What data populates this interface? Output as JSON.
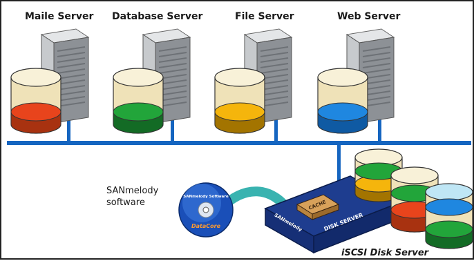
{
  "servers": [
    {
      "label": "Maile Server",
      "color": "#e8441c"
    },
    {
      "label": "Database Server",
      "color": "#22a53a"
    },
    {
      "label": "File Server",
      "color": "#f5b50c"
    },
    {
      "label": "Web Server",
      "color": "#1f87e0"
    }
  ],
  "software": {
    "line1": "SANmelody",
    "line2": "software",
    "cd_text_top": "SANmelody Software",
    "cd_brand": "DataCore"
  },
  "disk_server": {
    "label": "iSCSI Disk Server",
    "box_text": "DISK SERVER",
    "side_text": "SANmelody",
    "cache_text": "CACHE"
  },
  "colors": {
    "network": "#1565c0",
    "cable": "#39b3b0",
    "cylinder_body": "#efe2b8",
    "tower": "#c9cccf"
  }
}
